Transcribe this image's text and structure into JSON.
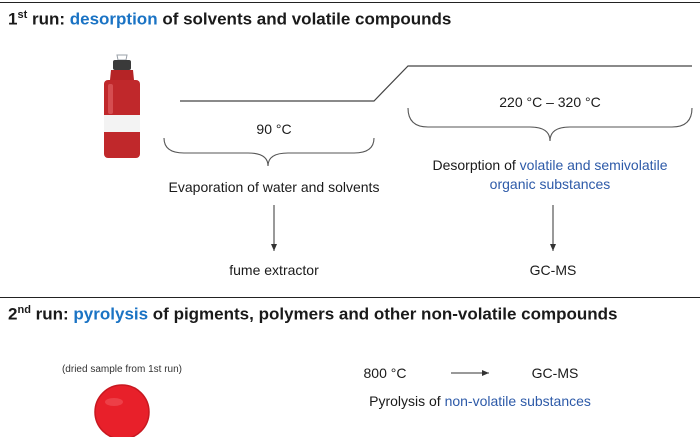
{
  "run1": {
    "heading_prefix": "1",
    "heading_sup": "st",
    "heading_run": " run: ",
    "heading_keyword": "desorption",
    "heading_rest": " of solvents and volatile compounds"
  },
  "run2": {
    "heading_prefix": "2",
    "heading_sup": "nd",
    "heading_run": " run: ",
    "heading_keyword": "pyrolysis",
    "heading_rest": " of pigments, polymers and other non-volatile compounds"
  },
  "stage1": {
    "temperature": "90 °C",
    "description": "Evaporation of water and solvents",
    "destination": "fume extractor"
  },
  "stage2": {
    "temperature": "220 °C – 320 °C",
    "description_plain": "Desorption of ",
    "description_highlight_line1": "volatile and semivolatile",
    "description_highlight_line2": "organic substances",
    "destination": "GC-MS"
  },
  "pyrolysis": {
    "sample_note": "(dried sample from 1st run)",
    "temperature": "800 °C",
    "destination": "GC-MS",
    "description_plain": "Pyrolysis of ",
    "description_highlight": "non-volatile substances"
  },
  "colors": {
    "accent": "#1a73c4",
    "highlight": "#2d5aa8",
    "bottle": "#c0282b",
    "sample_dish": "#e8202a"
  },
  "icons": {
    "bottle": "sample-bottle-icon",
    "dish": "dried-sample-icon"
  }
}
